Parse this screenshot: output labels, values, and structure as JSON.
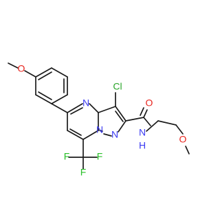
{
  "molecule": {
    "atoms": {
      "o_methoxy_left": "O",
      "n_pyrimidine": "N",
      "cl": "Cl",
      "o_carbonyl": "O",
      "n_bridge": "N",
      "n_pyrazole": "N",
      "n_amide": "N",
      "h_amide": "H",
      "o_ether_right": "O",
      "f_left": "F",
      "f_middle": "F",
      "f_right": "F"
    },
    "colors": {
      "carbon_bond": "#1a1a1a",
      "oxygen": "#e8241d",
      "nitrogen": "#3b3bf2",
      "chlorine": "#2aa52a",
      "fluorine": "#28c028"
    }
  }
}
